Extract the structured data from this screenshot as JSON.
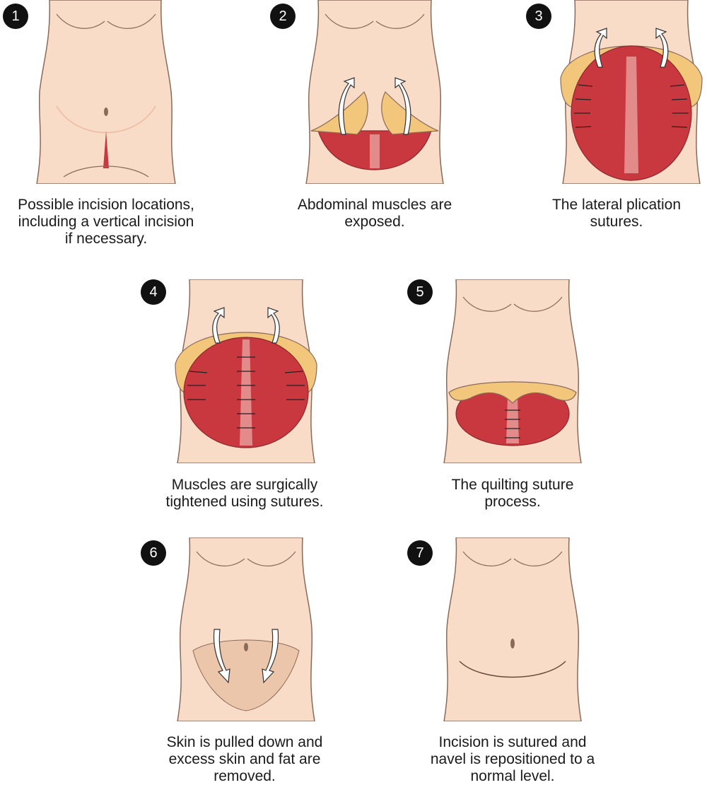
{
  "colors": {
    "skin": "#f9dcc8",
    "skin_shadow": "#edc2a8",
    "outline": "#8a6a5a",
    "muscle": "#c9383e",
    "muscle_light": "#e38a8a",
    "fat": "#f2c77c",
    "badge": "#111111"
  },
  "steps": [
    {
      "number": "1",
      "lines": [
        "Possible incision locations,",
        "including a vertical incision",
        "if necessary."
      ]
    },
    {
      "number": "2",
      "lines": [
        "Abdominal muscles are",
        "exposed."
      ]
    },
    {
      "number": "3",
      "lines": [
        "The lateral plication",
        "sutures."
      ]
    },
    {
      "number": "4",
      "lines": [
        "Muscles are surgically",
        "tightened using sutures."
      ]
    },
    {
      "number": "5",
      "lines": [
        "The quilting suture",
        "process."
      ]
    },
    {
      "number": "6",
      "lines": [
        "Skin is pulled down and",
        "excess skin and fat are",
        "removed."
      ]
    },
    {
      "number": "7",
      "lines": [
        "Incision is sutured and",
        "navel is repositioned to a",
        "normal level."
      ]
    }
  ]
}
